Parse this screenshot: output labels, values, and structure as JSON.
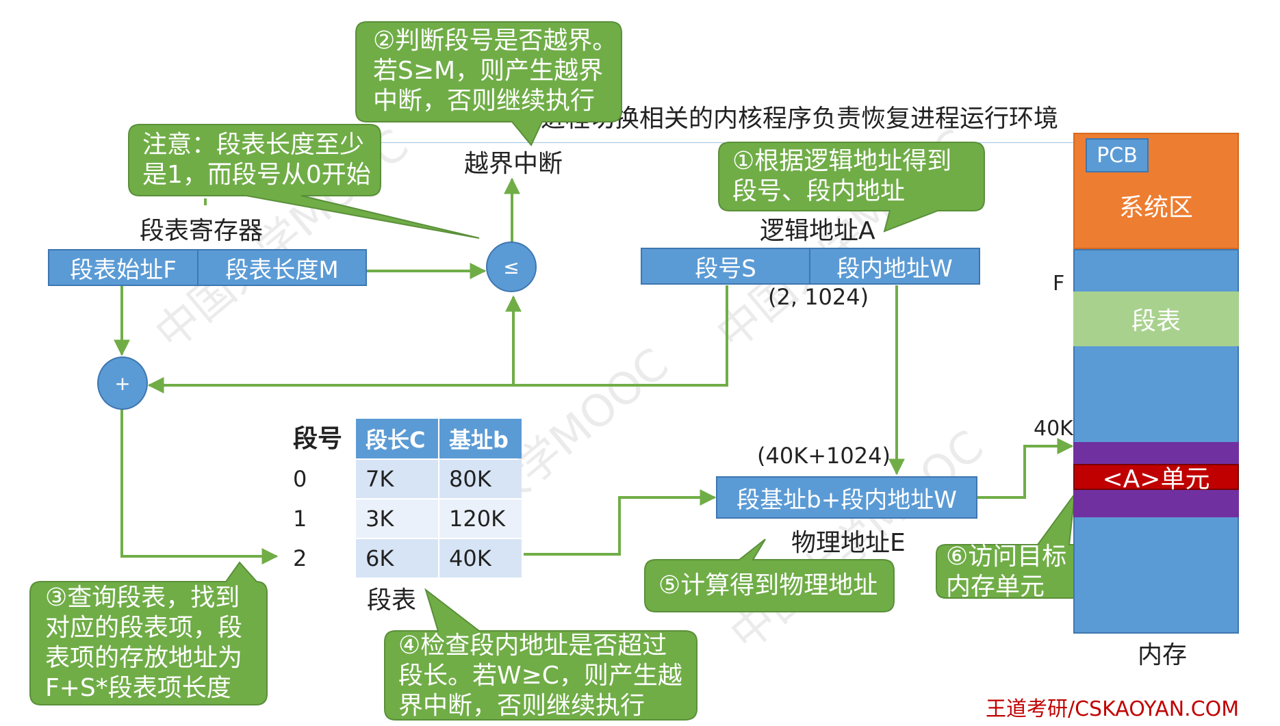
{
  "colors": {
    "accent_blue": "#5b9bd5",
    "callout_green": "#70ad47",
    "system_orange": "#ed7d31",
    "segment_table_green": "#a9d18e",
    "target_red": "#c00000",
    "purple": "#7030a0",
    "arrow_green": "#70ad47",
    "brand_red": "#c00000"
  },
  "top_text": "进程切换相关的内核程序负责恢复进程运行环境",
  "watermark": "中国大学MOOC",
  "callouts": {
    "step2": "②判断段号是否越界。\n若S≥M，则产生越界\n中断，否则继续执行",
    "note": "注意：段表长度至少\n是1，而段号从0开始",
    "step1": "①根据逻辑地址得到\n段号、段内地址",
    "step3": "③查询段表，找到\n对应的段表项，段\n表项的存放地址为\nF+S*段表项长度",
    "step4": "④检查段内地址是否超过\n段长。若W≥C，则产生越\n界中断，否则继续执行",
    "step5": "⑤计算得到物理地址",
    "step6": "⑥访问目标\n内存单元"
  },
  "labels": {
    "out_of_bounds": "越界中断",
    "segment_register": "段表寄存器",
    "logical_address": "逻辑地址A",
    "logical_value": "(2, 1024)",
    "physical_value": "(40K+1024)",
    "physical_address": "物理地址E",
    "segment_table_caption": "段表",
    "memory_caption": "内存",
    "f_label": "F",
    "k40_label": "40K"
  },
  "register": {
    "start": "段表始址F",
    "length": "段表长度M"
  },
  "logical": {
    "segment_no": "段号S",
    "offset": "段内地址W"
  },
  "physical_box": "段基址b+段内地址W",
  "operators": {
    "compare": "≤",
    "add": "+"
  },
  "segment_table": {
    "headers": {
      "segno": "段号",
      "length": "段长C",
      "base": "基址b"
    },
    "rows": [
      {
        "segno": "0",
        "length": "7K",
        "base": "80K"
      },
      {
        "segno": "1",
        "length": "3K",
        "base": "120K"
      },
      {
        "segno": "2",
        "length": "6K",
        "base": "40K"
      }
    ]
  },
  "memory": {
    "pcb": "PCB",
    "system": "系统区",
    "segment_table": "段表",
    "target": "<A>单元"
  },
  "brand": "王道考研/CSKAOYAN.COM"
}
